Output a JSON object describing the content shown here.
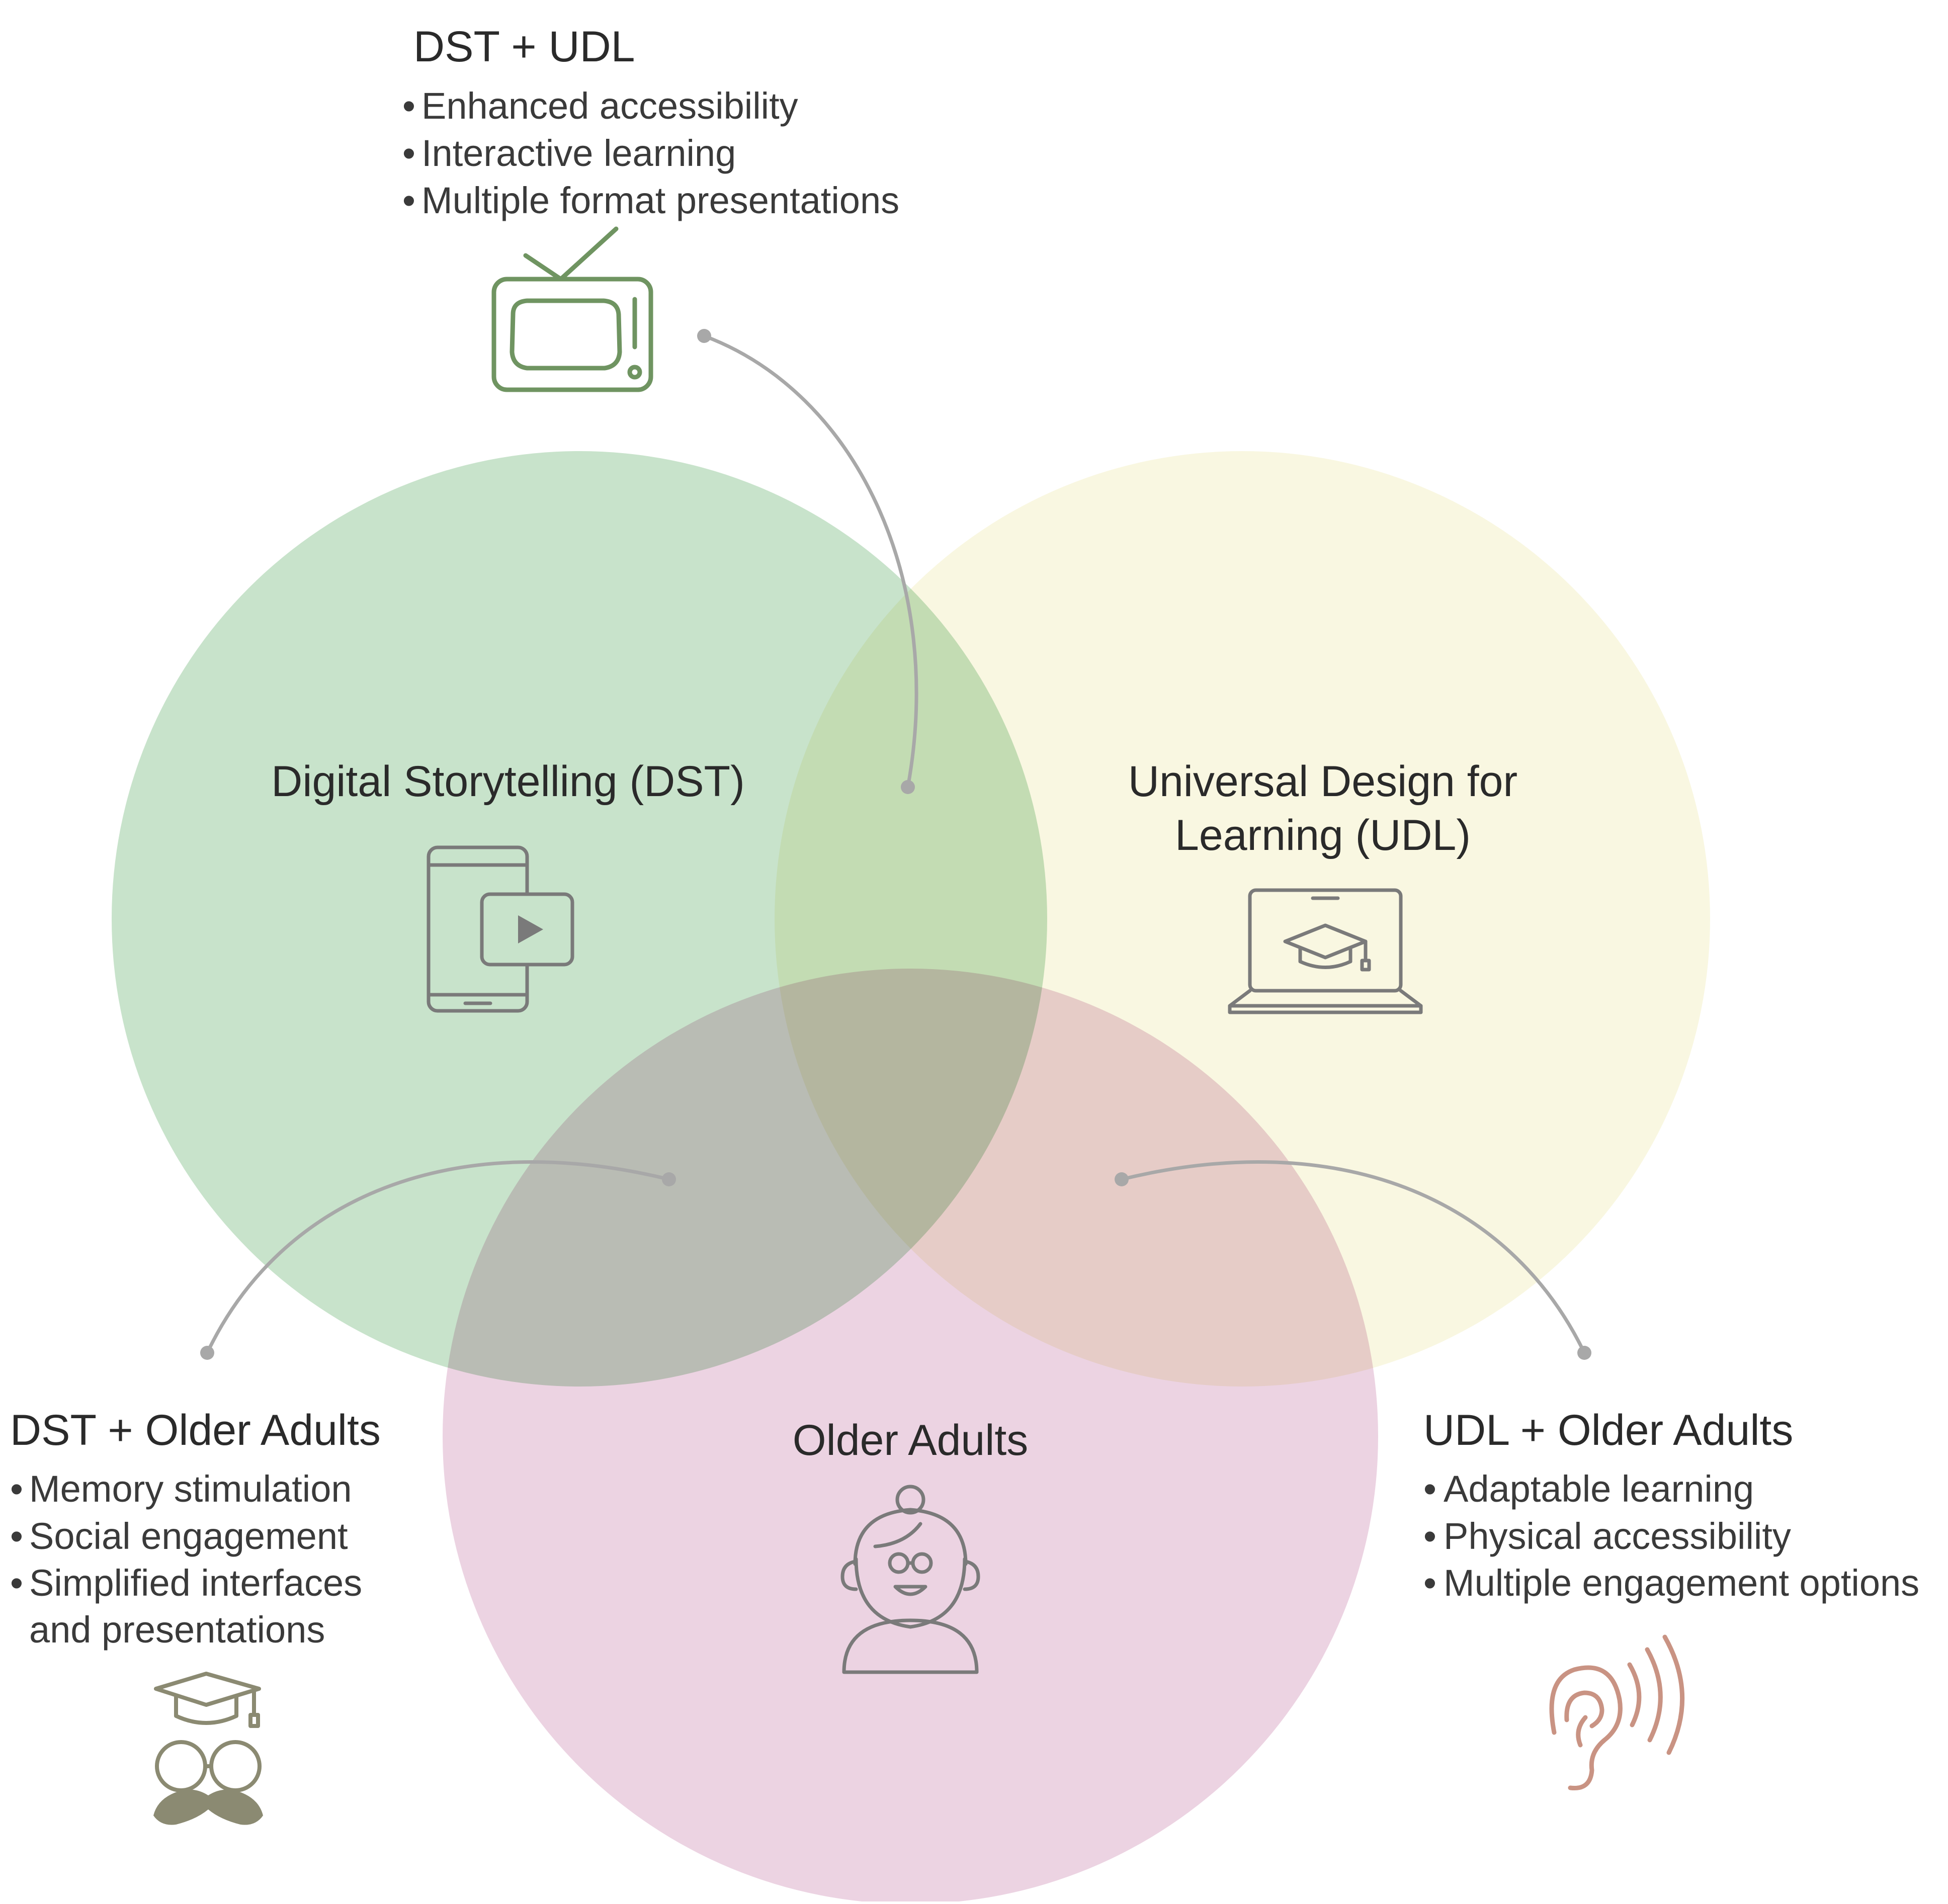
{
  "circles": {
    "dst": {
      "label": "Digital Storytelling (DST)",
      "color": "#c8e3cb"
    },
    "udl": {
      "label_line1": "Universal Design for",
      "label_line2": "Learning (UDL)",
      "color": "#f9f7e1"
    },
    "older": {
      "label": "Older Adults",
      "color": "#ecd3e2"
    }
  },
  "callouts": {
    "dst_udl": {
      "title": "DST + UDL",
      "items": [
        "Enhanced accessibility",
        "Interactive learning",
        "Multiple format presentations"
      ]
    },
    "dst_older": {
      "title": "DST + Older Adults",
      "items": [
        "Memory stimulation",
        "Social engagement",
        "Simplified interfaces",
        "and presentations"
      ]
    },
    "udl_older": {
      "title": "UDL + Older Adults",
      "items": [
        "Adaptable learning",
        "Physical accessibility",
        "Multiple engagement options"
      ]
    }
  },
  "bullet_symbol": "•",
  "icons": {
    "dst_udl": "retro-tv-icon",
    "dst": "smartphone-video-icon",
    "udl": "laptop-graduation-cap-icon",
    "older": "elderly-woman-icon",
    "dst_older": "graduate-glasses-mustache-icon",
    "udl_older": "ear-sound-icon"
  },
  "colors": {
    "tv_icon": "#6f9461",
    "grad_icon": "#8b8a72",
    "ear_icon": "#c99383",
    "line_icons": "#7a7a7a",
    "connector": "#a8a8a8"
  }
}
